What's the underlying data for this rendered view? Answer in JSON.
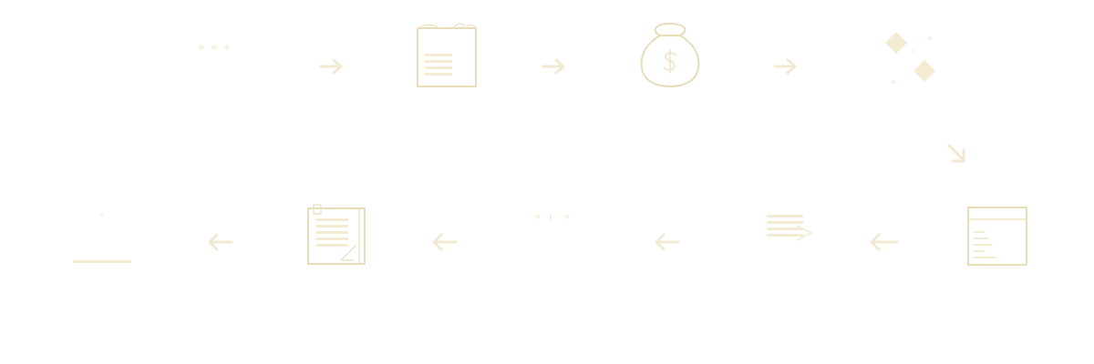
{
  "diagram": {
    "type": "process-flow",
    "rows": 2,
    "row_1_direction": "left-to-right",
    "row_2_direction": "right-to-left",
    "connector": "diagonal-down-arrow",
    "steps": [
      {
        "icon": "dots-icon"
      },
      {
        "icon": "scroll-document-icon"
      },
      {
        "icon": "money-bag-icon"
      },
      {
        "icon": "diamonds-sparkle-icon"
      },
      {
        "icon": "window-document-icon"
      },
      {
        "icon": "stacked-lines-arrow-icon"
      },
      {
        "icon": "small-dots-icon"
      },
      {
        "icon": "clipboard-document-icon"
      },
      {
        "icon": "baseline-icon"
      }
    ],
    "colors": {
      "icon_stroke": "#e8ddb8",
      "arrow": "#f1ead2",
      "background": "#ffffff"
    }
  }
}
